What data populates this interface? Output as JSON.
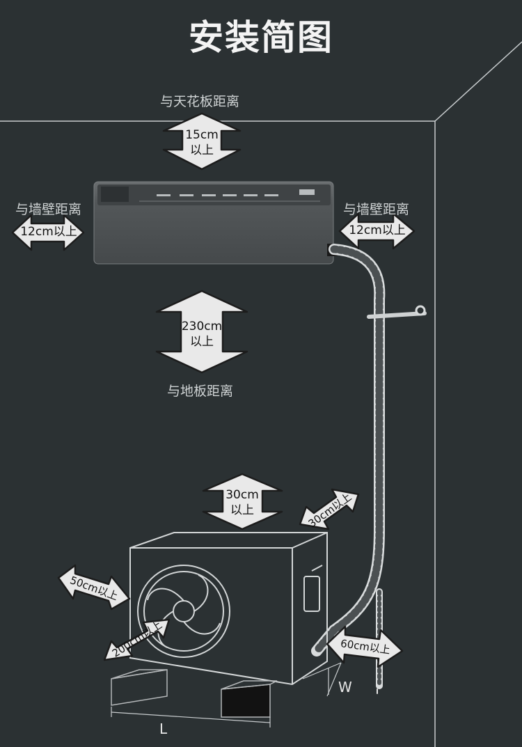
{
  "title": "安装简图",
  "captions": {
    "ceiling": "与天花板距离",
    "wall_left": "与墙壁距离",
    "wall_right": "与墙壁距离",
    "floor": "与地板距离"
  },
  "clearances": {
    "top": {
      "line1": "15cm",
      "line2": "以上"
    },
    "left": "12cm以上",
    "right": "12cm以上",
    "floor": {
      "line1": "230cm",
      "line2": "以上"
    },
    "outdoor_top": {
      "line1": "30cm",
      "line2": "以上"
    },
    "outdoor_back": "30cm以上",
    "outdoor_left": "50cm以上",
    "outdoor_front": "200cm以上",
    "outdoor_right": "60cm以上"
  },
  "dimensions": {
    "width": "W",
    "length": "L"
  },
  "colors": {
    "background": "#2b3133",
    "lines": "#c9cdcf",
    "arrow_fill": "#e9e9e9",
    "arrow_stroke": "#1c1c1c",
    "unit_body": "#5d6162"
  }
}
